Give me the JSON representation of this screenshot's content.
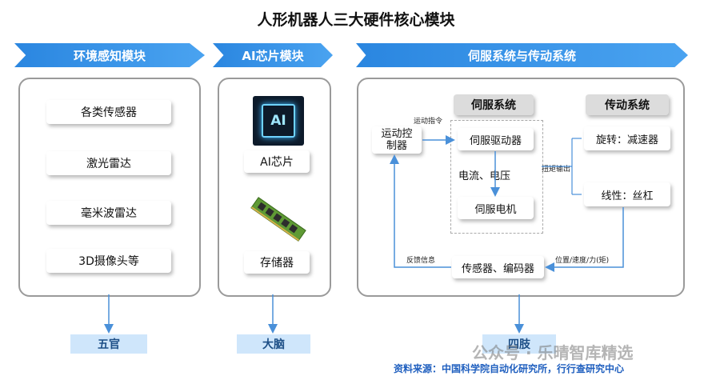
{
  "title": "人形机器人三大硬件核心模块",
  "modules": {
    "env": {
      "banner": "环境感知模块",
      "items": [
        "各类传感器",
        "激光雷达",
        "毫米波雷达",
        "3D摄像头等"
      ],
      "output": "五官"
    },
    "ai": {
      "banner": "AI芯片模块",
      "chip_text": "AI",
      "items": [
        "AI芯片",
        "存储器"
      ],
      "output": "大脑"
    },
    "servo": {
      "banner": "伺服系统与传动系统",
      "controller": "运动控\n制器",
      "motion_cmd": "运动指令",
      "servo_header": "伺服系统",
      "servo_driver": "伺服驱动器",
      "current_voltage": "电流、电压",
      "servo_motor": "伺服电机",
      "torque_output": "扭矩输出",
      "trans_header": "传动系统",
      "rotation": "旋转：减速器",
      "linear": "线性：丝杠",
      "sensor_encoder": "传感器、编码器",
      "feedback": "反馈信息",
      "pos_label": "位置/速度/力(矩)",
      "output": "四肢"
    }
  },
  "source": "资料来源：中国科学院自动化研究所，行行查研究中心",
  "watermark": "公众号 · 乐晴智库精选",
  "colors": {
    "accent": "#2a86e0",
    "output_bg": "#cfe6fb",
    "arrow": "#4a90d9"
  }
}
